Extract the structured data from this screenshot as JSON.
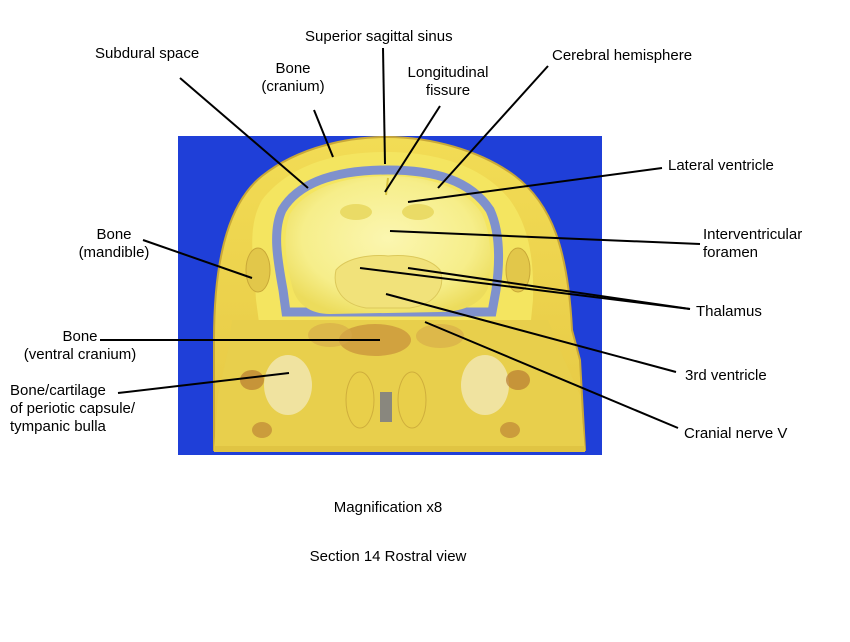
{
  "labels": {
    "subdural_space": "Subdural space",
    "bone_cranium_1": "Bone",
    "bone_cranium_2": "(cranium)",
    "superior_sagittal_sinus": "Superior sagittal sinus",
    "longitudinal_fissure_1": "Longitudinal",
    "longitudinal_fissure_2": "fissure",
    "cerebral_hemisphere": "Cerebral hemisphere",
    "lateral_ventricle": "Lateral ventricle",
    "bone_mandible_1": "Bone",
    "bone_mandible_2": "(mandible)",
    "interventricular_foramen_1": "Interventricular",
    "interventricular_foramen_2": "foramen",
    "thalamus": "Thalamus",
    "bone_ventral_cranium_1": "Bone",
    "bone_ventral_cranium_2": "(ventral cranium)",
    "third_ventricle": "3rd ventricle",
    "bone_cartilage_1": "Bone/cartilage",
    "bone_cartilage_2": "of periotic capsule/",
    "bone_cartilage_3": "tympanic bulla",
    "cranial_nerve_v": "Cranial nerve V"
  },
  "captions": {
    "magnification": "Magnification x8",
    "section": "Section 14 Rostral view"
  },
  "colors": {
    "background_panel": "#1f3fd8",
    "tissue_yellow": "#f3e35a",
    "brain_pale": "#f8f29a",
    "bone_orange": "#d9b848",
    "leader_lines": "#000000"
  }
}
